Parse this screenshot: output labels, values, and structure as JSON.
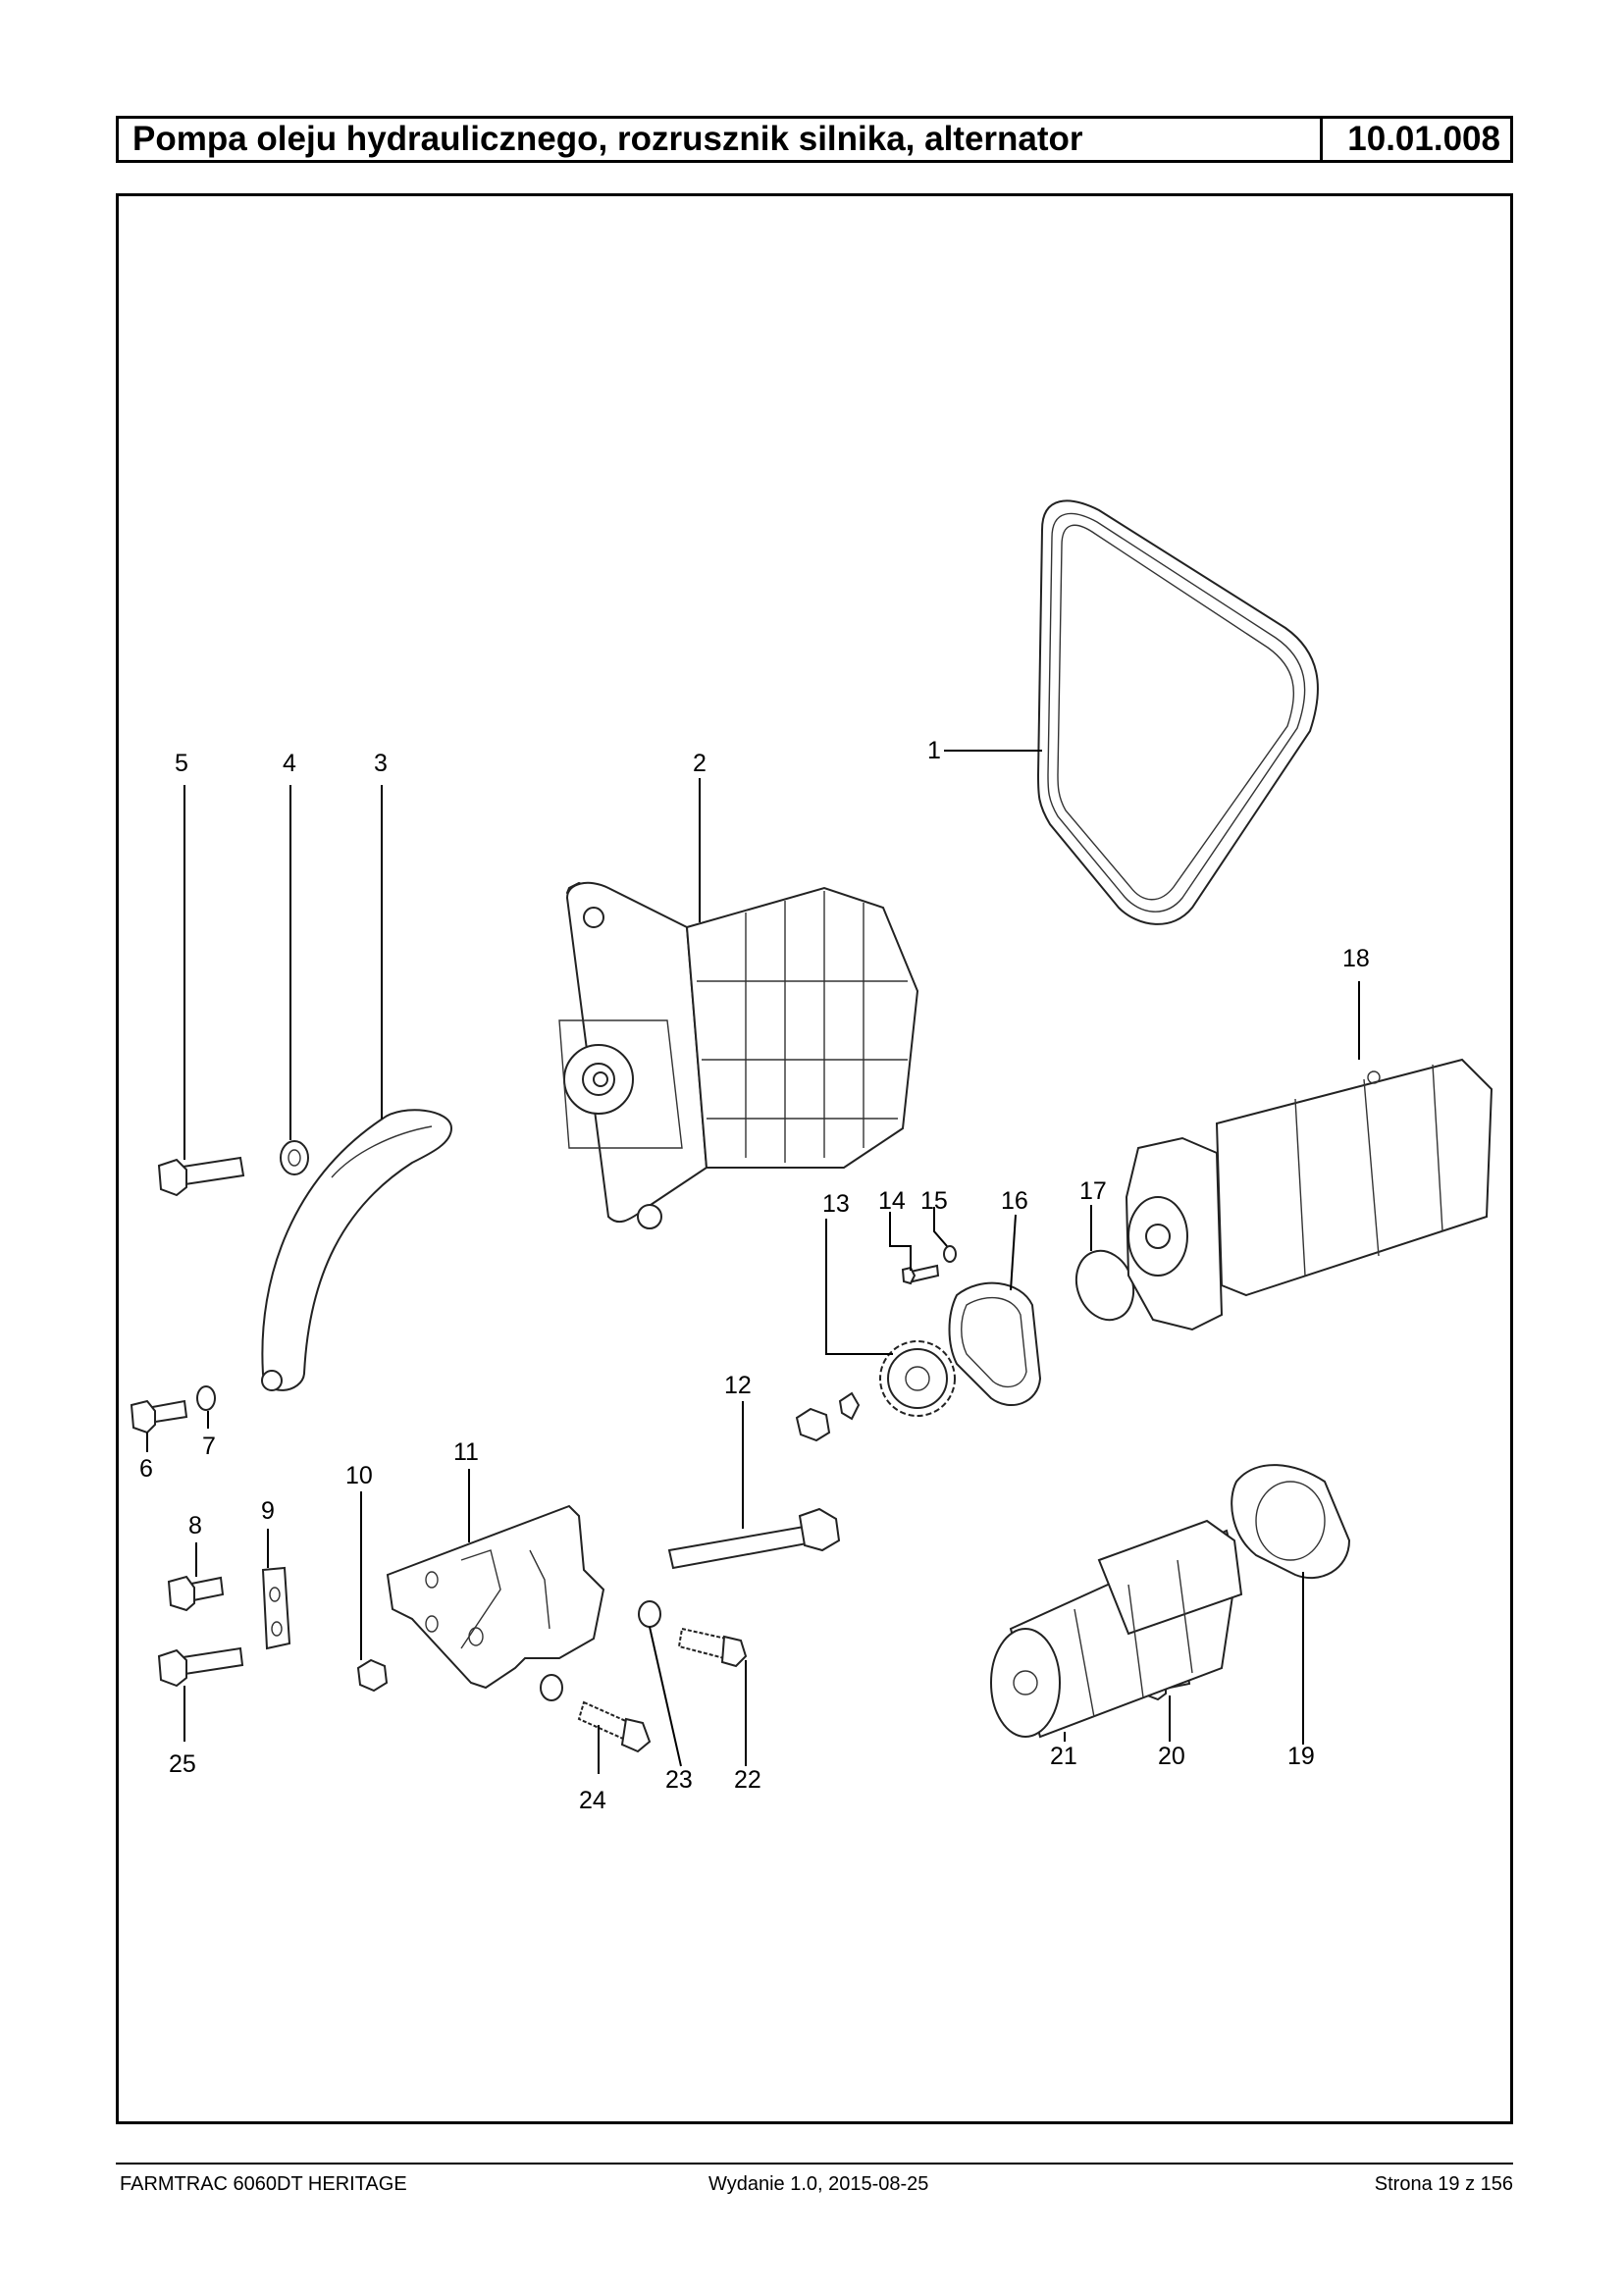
{
  "header": {
    "title": "Pompa oleju hydraulicznego, rozrusznik silnika, alternator",
    "code": "10.01.008"
  },
  "diagram": {
    "callouts": [
      "1",
      "2",
      "3",
      "4",
      "5",
      "6",
      "7",
      "8",
      "9",
      "10",
      "11",
      "12",
      "13",
      "14",
      "15",
      "16",
      "17",
      "18",
      "19",
      "20",
      "21",
      "22",
      "23",
      "24",
      "25"
    ]
  },
  "footer": {
    "left": "FARMTRAC 6060DT HERITAGE",
    "center": "Wydanie 1.0,  2015-08-25",
    "right": "Strona 19 z 156"
  }
}
